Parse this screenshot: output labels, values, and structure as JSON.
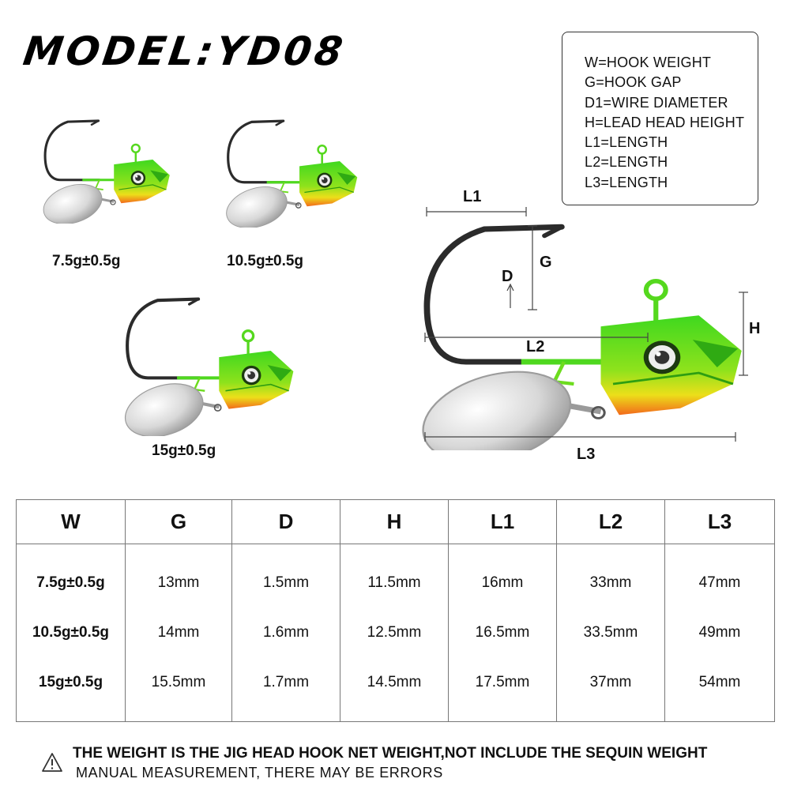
{
  "title": "MODEL:YD08",
  "legend": [
    "W=HOOK WEIGHT",
    "G=HOOK GAP",
    "D1=WIRE DIAMETER",
    "H=LEAD HEAD HEIGHT",
    "L1=LENGTH",
    "L2=LENGTH",
    "L3=LENGTH"
  ],
  "products": [
    {
      "weight_label": "7.5g±0.5g"
    },
    {
      "weight_label": "10.5g±0.5g"
    },
    {
      "weight_label": "15g±0.5g"
    }
  ],
  "diagram_labels": {
    "l1": "L1",
    "g": "G",
    "d": "D",
    "l2": "L2",
    "h": "H",
    "l3": "L3"
  },
  "table": {
    "headers": [
      "W",
      "G",
      "D",
      "H",
      "L1",
      "L2",
      "L3"
    ],
    "rows": [
      [
        "7.5g±0.5g",
        "13mm",
        "1.5mm",
        "11.5mm",
        "16mm",
        "33mm",
        "47mm"
      ],
      [
        "10.5g±0.5g",
        "14mm",
        "1.6mm",
        "12.5mm",
        "16.5mm",
        "33.5mm",
        "49mm"
      ],
      [
        "15g±0.5g",
        "15.5mm",
        "1.7mm",
        "14.5mm",
        "17.5mm",
        "37mm",
        "54mm"
      ]
    ]
  },
  "notes": {
    "warning": "THE WEIGHT IS THE JIG HEAD HOOK NET WEIGHT,NOT INCLUDE THE SEQUIN WEIGHT",
    "measurement": "MANUAL MEASUREMENT, THERE MAY BE ERRORS"
  },
  "icons": {
    "warning": "warning-triangle-icon"
  },
  "colors": {
    "lure_green": "#37d21b",
    "lure_yellow": "#e9e31a",
    "lure_orange": "#f26a1b",
    "hook": "#2b2b2b",
    "blade": "#d9d9d9"
  }
}
